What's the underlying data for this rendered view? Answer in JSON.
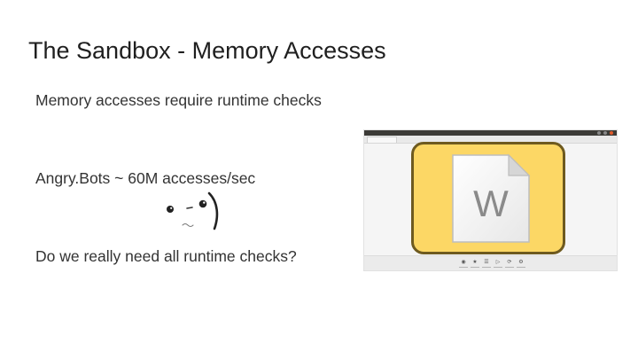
{
  "slide": {
    "title": "The Sandbox - Memory Accesses",
    "bullets": [
      "Memory accesses require runtime checks",
      "Angry.Bots ~ 60M accesses/sec",
      "Do we really need all runtime checks?"
    ]
  },
  "screenshot": {
    "document_letter": "W",
    "colors": {
      "frame_fill": "#fcd765",
      "frame_border": "#6e5a1f",
      "titlebar": "#3c3b37"
    }
  },
  "icons": [
    "doodle-face-icon",
    "word-document-icon"
  ]
}
